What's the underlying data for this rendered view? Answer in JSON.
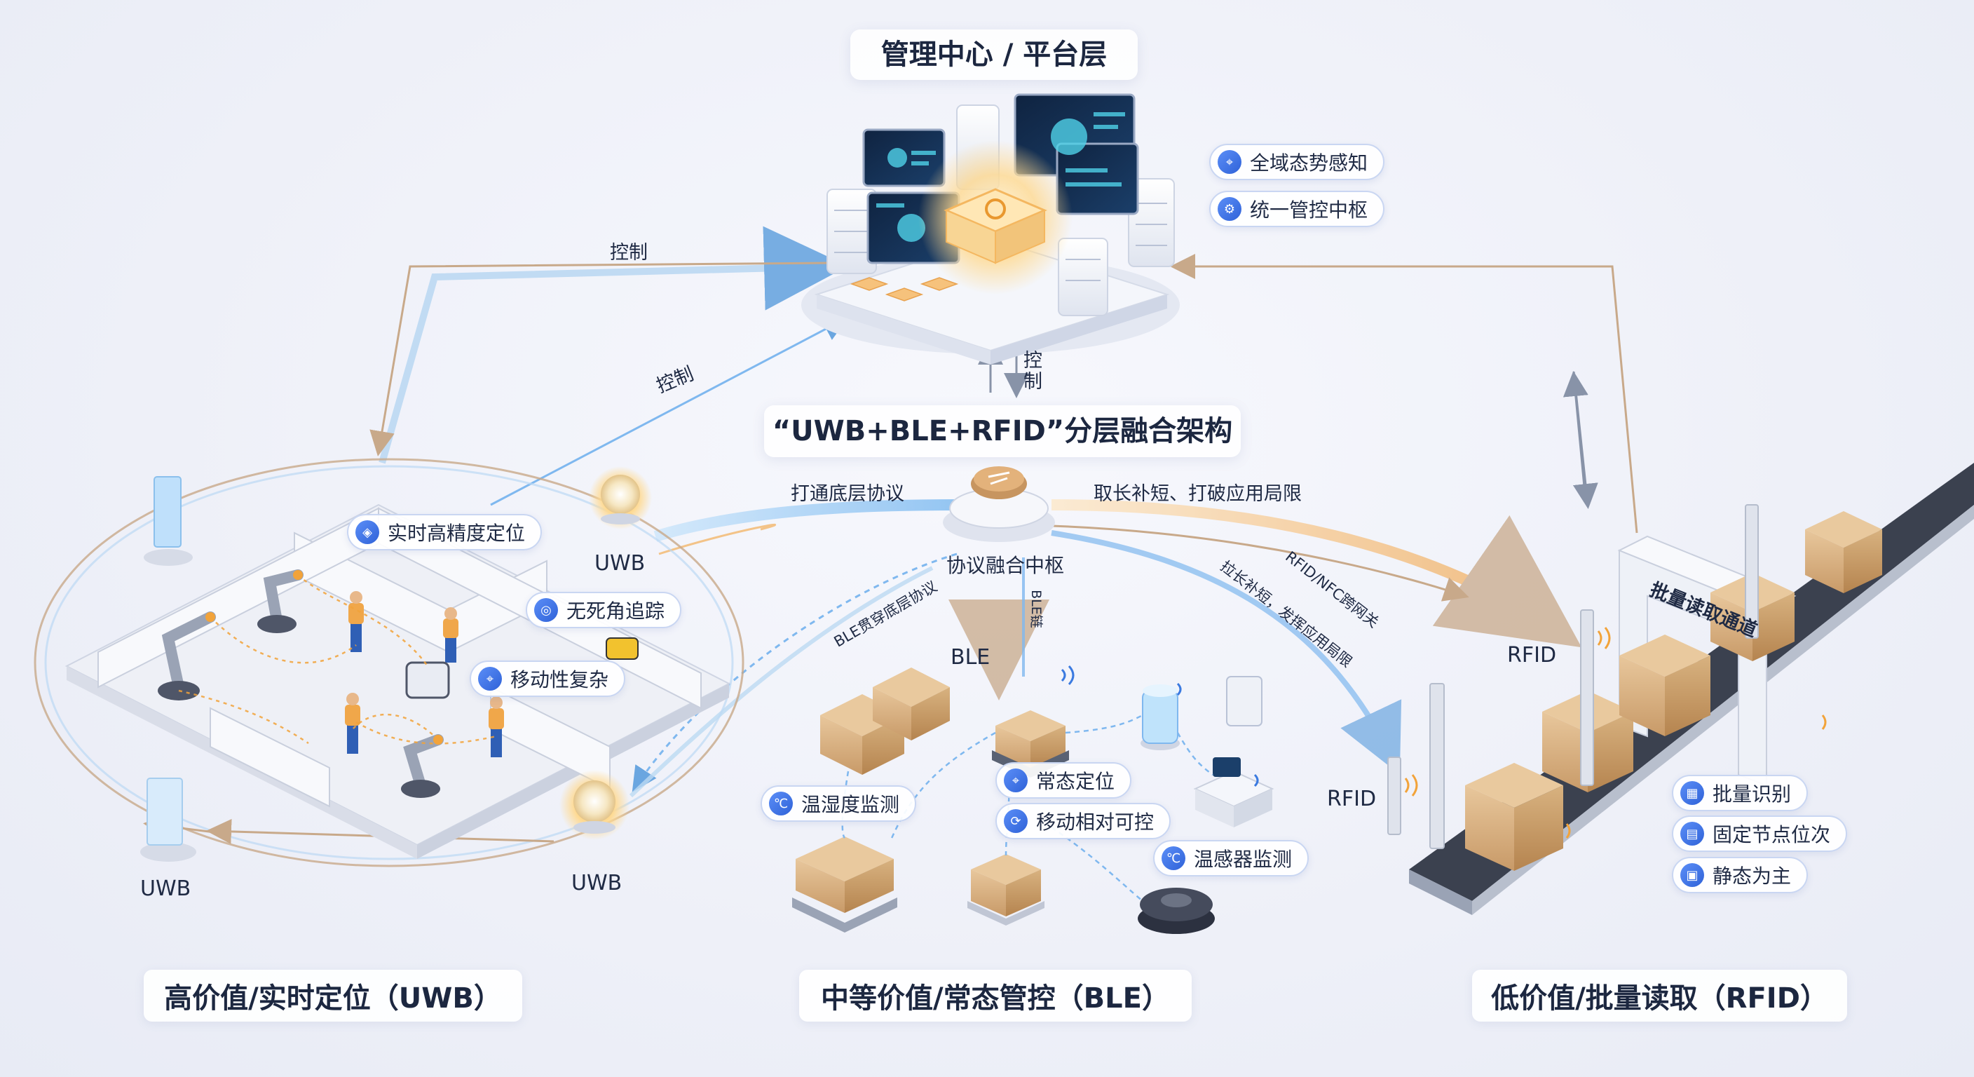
{
  "top": {
    "title": "管理中心 / 平台层",
    "pills": [
      "全域态势感知",
      "统一管控中枢"
    ]
  },
  "fusion": {
    "title": "“UWB+BLE+RFID”分层融合架构",
    "hub_label": "协议融合中枢"
  },
  "arrows": {
    "control": "控制",
    "control_vertical": "控\n制",
    "protocol": "打通底层协议",
    "complement": "取长补短、打破应用局限",
    "ble_link": "BLE链",
    "ble_bottom": "BLE贯穿底层协议",
    "rfid_bridge": "RFID/NFC跨网关",
    "complement_small": "拉长补短，发挥应用局限"
  },
  "uwb": {
    "labels": [
      "UWB",
      "UWB",
      "UWB"
    ],
    "pills": [
      "实时高精度定位",
      "无死角追踪",
      "移动性复杂"
    ],
    "bottom": "高价值/实时定位（UWB）"
  },
  "ble": {
    "label": "BLE",
    "pills": [
      "温湿度监测",
      "常态定位",
      "移动相对可控",
      "温感器监测"
    ],
    "bottom": "中等价值/常态管控（BLE）"
  },
  "rfid": {
    "labels": [
      "RFID",
      "RFID"
    ],
    "gate_sign": "批量读取通道",
    "pills": [
      "批量识别",
      "固定节点位次",
      "静态为主"
    ],
    "bottom": "低价值/批量读取（RFID）"
  },
  "colors": {
    "accent_blue": "#2f62d8",
    "flow_blue": "#7fb8ef",
    "flow_orange": "#f2b66b",
    "line_tan": "#c8a98a"
  }
}
